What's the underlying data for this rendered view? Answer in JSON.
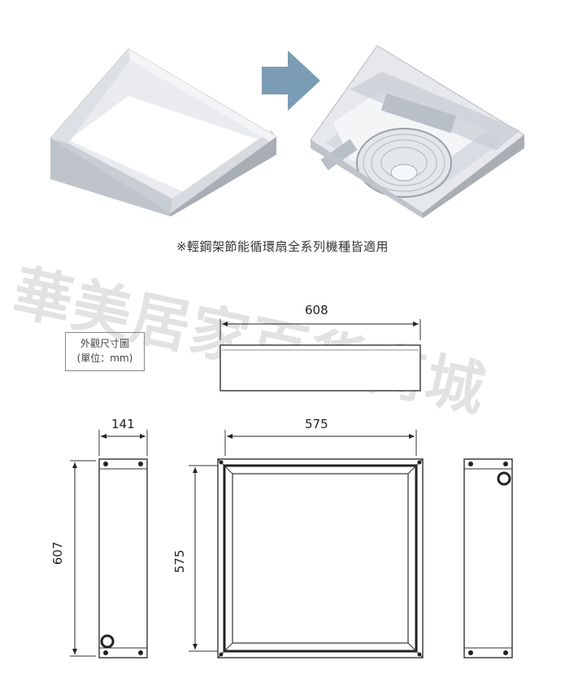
{
  "caption": "※輕鋼架節能循環扇全系列機種皆適用",
  "watermark": "華美居家百貨商城",
  "legend": {
    "line1": "外觀尺寸圖",
    "line2": "(單位：mm)"
  },
  "dimensions": {
    "top_width": "608",
    "side_depth": "141",
    "side_height": "607",
    "front_width": "575",
    "front_height": "575"
  }
}
